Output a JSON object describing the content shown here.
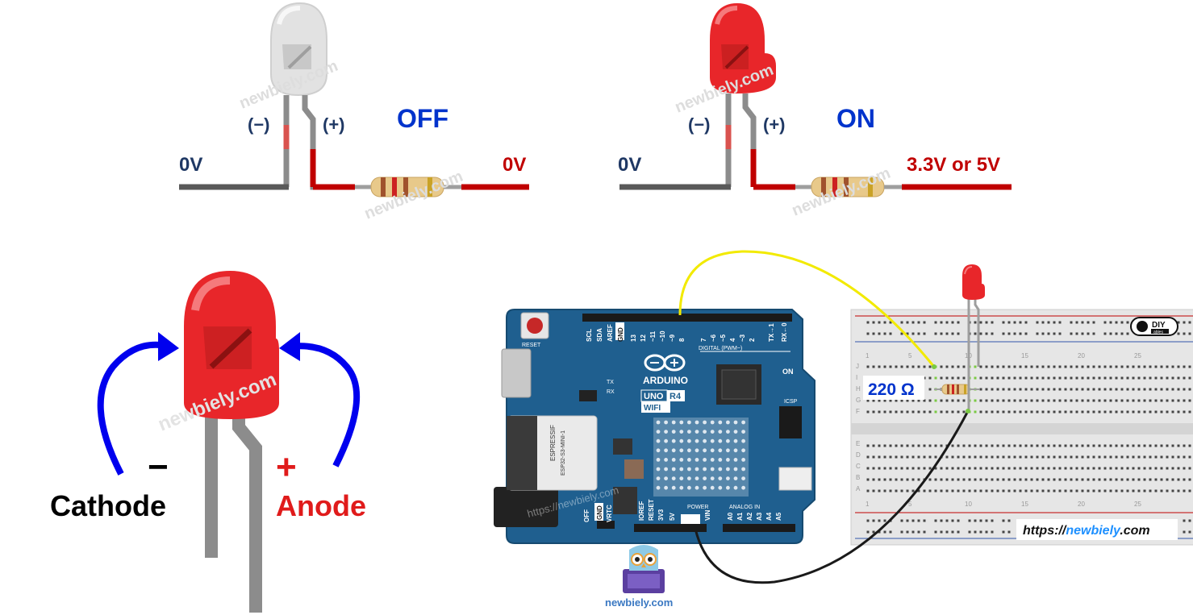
{
  "circuit_off": {
    "state": "OFF",
    "cathode_sign": "(−)",
    "anode_sign": "(+)",
    "left_voltage": "0V",
    "right_voltage": "0V"
  },
  "circuit_on": {
    "state": "ON",
    "cathode_sign": "(−)",
    "anode_sign": "(+)",
    "left_voltage": "0V",
    "right_voltage": "3.3V or 5V"
  },
  "led_pinout": {
    "minus_sign": "−",
    "plus_sign": "+",
    "cathode_label": "Cathode",
    "anode_label": "Anode"
  },
  "board": {
    "brand": "ARDUINO",
    "model_uno": "UNO",
    "model_r4": "R4",
    "model_wifi": "WIFI",
    "reset_label": "RESET",
    "digital_header": "DIGITAL (PWM~)",
    "power_header": "POWER",
    "analog_header": "ANALOG IN",
    "on_label": "ON",
    "icsp_label": "ICSP",
    "tx_label": "TX",
    "rx_label": "RX",
    "off_label": "OFF",
    "gnd_label": "GND",
    "vrtc_label": "VRTC",
    "module_line1": "ESPRESSIF",
    "module_line2": "ESP32-S3-MINI-1",
    "top_pins": [
      "SCL",
      "SDA",
      "AREF",
      "GND",
      "13",
      "12",
      "~11",
      "~10",
      "~9",
      "8",
      "7",
      "~6",
      "~5",
      "4",
      "~3",
      "2",
      "TX→1",
      "RX←0"
    ],
    "bottom_pins": [
      "IOREF",
      "RESET",
      "3V3",
      "5V",
      "GND",
      "VIN",
      "A0",
      "A1",
      "A2",
      "A3",
      "A4",
      "A5"
    ]
  },
  "breadboard": {
    "resistor_value": "220 Ω",
    "row_numbers": [
      "1",
      "5",
      "10",
      "15",
      "20",
      "25"
    ],
    "row_letters_top": [
      "J",
      "I",
      "H",
      "G",
      "F"
    ],
    "row_letters_bottom": [
      "E",
      "D",
      "C",
      "B",
      "A"
    ],
    "url_prefix": "https://",
    "url_domain": "newbiely",
    "url_suffix": ".com",
    "logo_text": "DIY",
    "logo_sub": "ables"
  },
  "branding": {
    "site_name": "newbiely.com",
    "watermark": "newbiely.com",
    "board_watermark": "https://newbiely.com"
  },
  "colors": {
    "led_red": "#e8262a",
    "led_off": "#d9d9d9",
    "wire_red": "#c00000",
    "wire_gray": "#595959",
    "arrow_blue": "#0000ee",
    "label_navy": "#1f3864",
    "label_blue": "#0033cc",
    "board_blue": "#1f5f8f",
    "wire_yellow": "#f2ea00"
  }
}
